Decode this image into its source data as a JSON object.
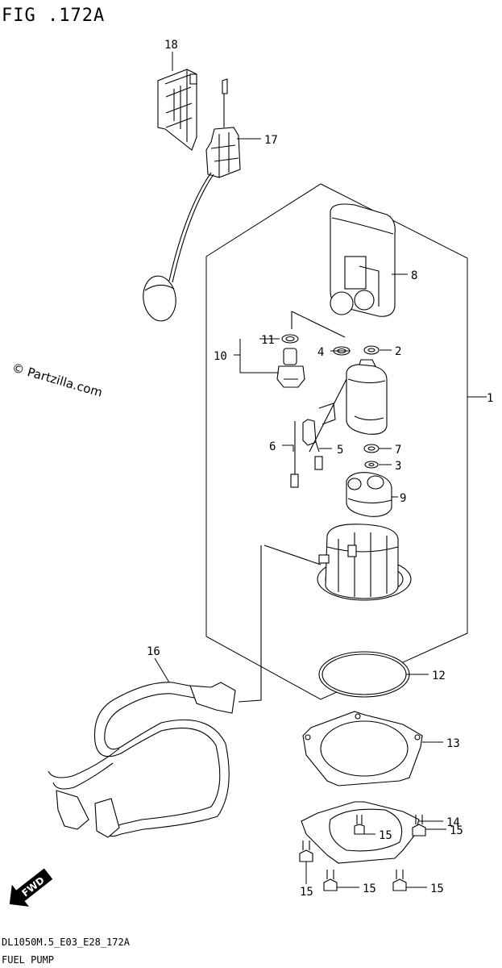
{
  "header": {
    "figure_title": "FIG .172A"
  },
  "watermark": {
    "text": "© Partzilla.com"
  },
  "fwd_badge": {
    "label": "FWD"
  },
  "callouts": [
    "1",
    "2",
    "3",
    "4",
    "5",
    "6",
    "7",
    "8",
    "9",
    "10",
    "11",
    "12",
    "13",
    "14",
    "15",
    "15",
    "15",
    "15",
    "15",
    "16",
    "17",
    "18"
  ],
  "footer": {
    "drawing_code": "DL1050M.5_E03_E28_172A",
    "section_title": "FUEL PUMP"
  }
}
